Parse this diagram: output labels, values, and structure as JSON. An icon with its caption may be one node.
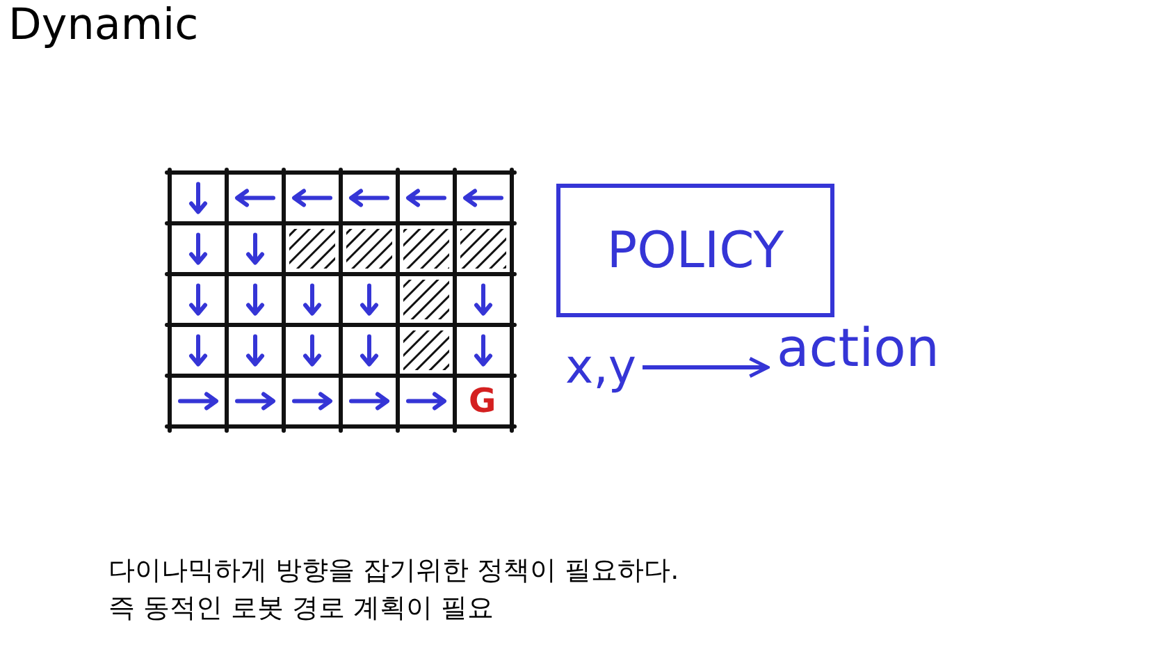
{
  "diagram": {
    "title": "Dynamic",
    "nodes": [
      {
        "text": [
          "POLICY"
        ]
      },
      {
        "text": [
          "x,y"
        ]
      },
      {
        "text": [
          "action"
        ]
      }
    ],
    "edges": [
      {
        "from": 1,
        "to": 2,
        "arrow": "to"
      }
    ],
    "labels": [
      "G",
      "다이나믹하게 방향을 잡기위한 정책이 필요하다.",
      "즉 동적인 로봇 경로 계획이 필요"
    ]
  }
}
